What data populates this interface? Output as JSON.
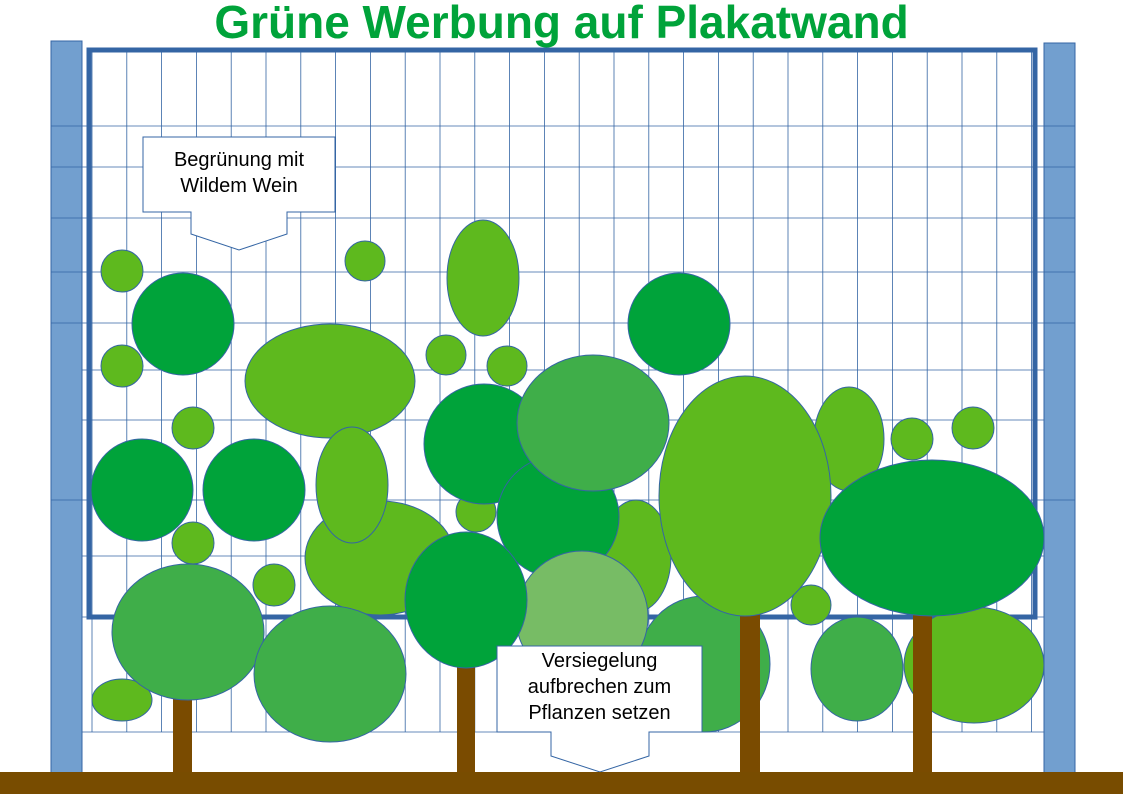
{
  "title": "Grüne Werbung auf Plakatwand",
  "callouts": {
    "top": [
      "Begrünung mit",
      "Wildem Wein"
    ],
    "bottom": [
      "Versiegelung",
      "aufbrechen zum",
      "Pflanzen setzen"
    ]
  },
  "colors": {
    "title": "#00a33a",
    "post": "#729fcf",
    "frame": "#3465a4",
    "grid": "#3465a4",
    "ground": "#784c00",
    "trunk": "#7a4b00",
    "green_dark": "#00a33a",
    "green_mid": "#3fae49",
    "green_light": "#5eb91e",
    "green_pale": "#77bc65"
  }
}
